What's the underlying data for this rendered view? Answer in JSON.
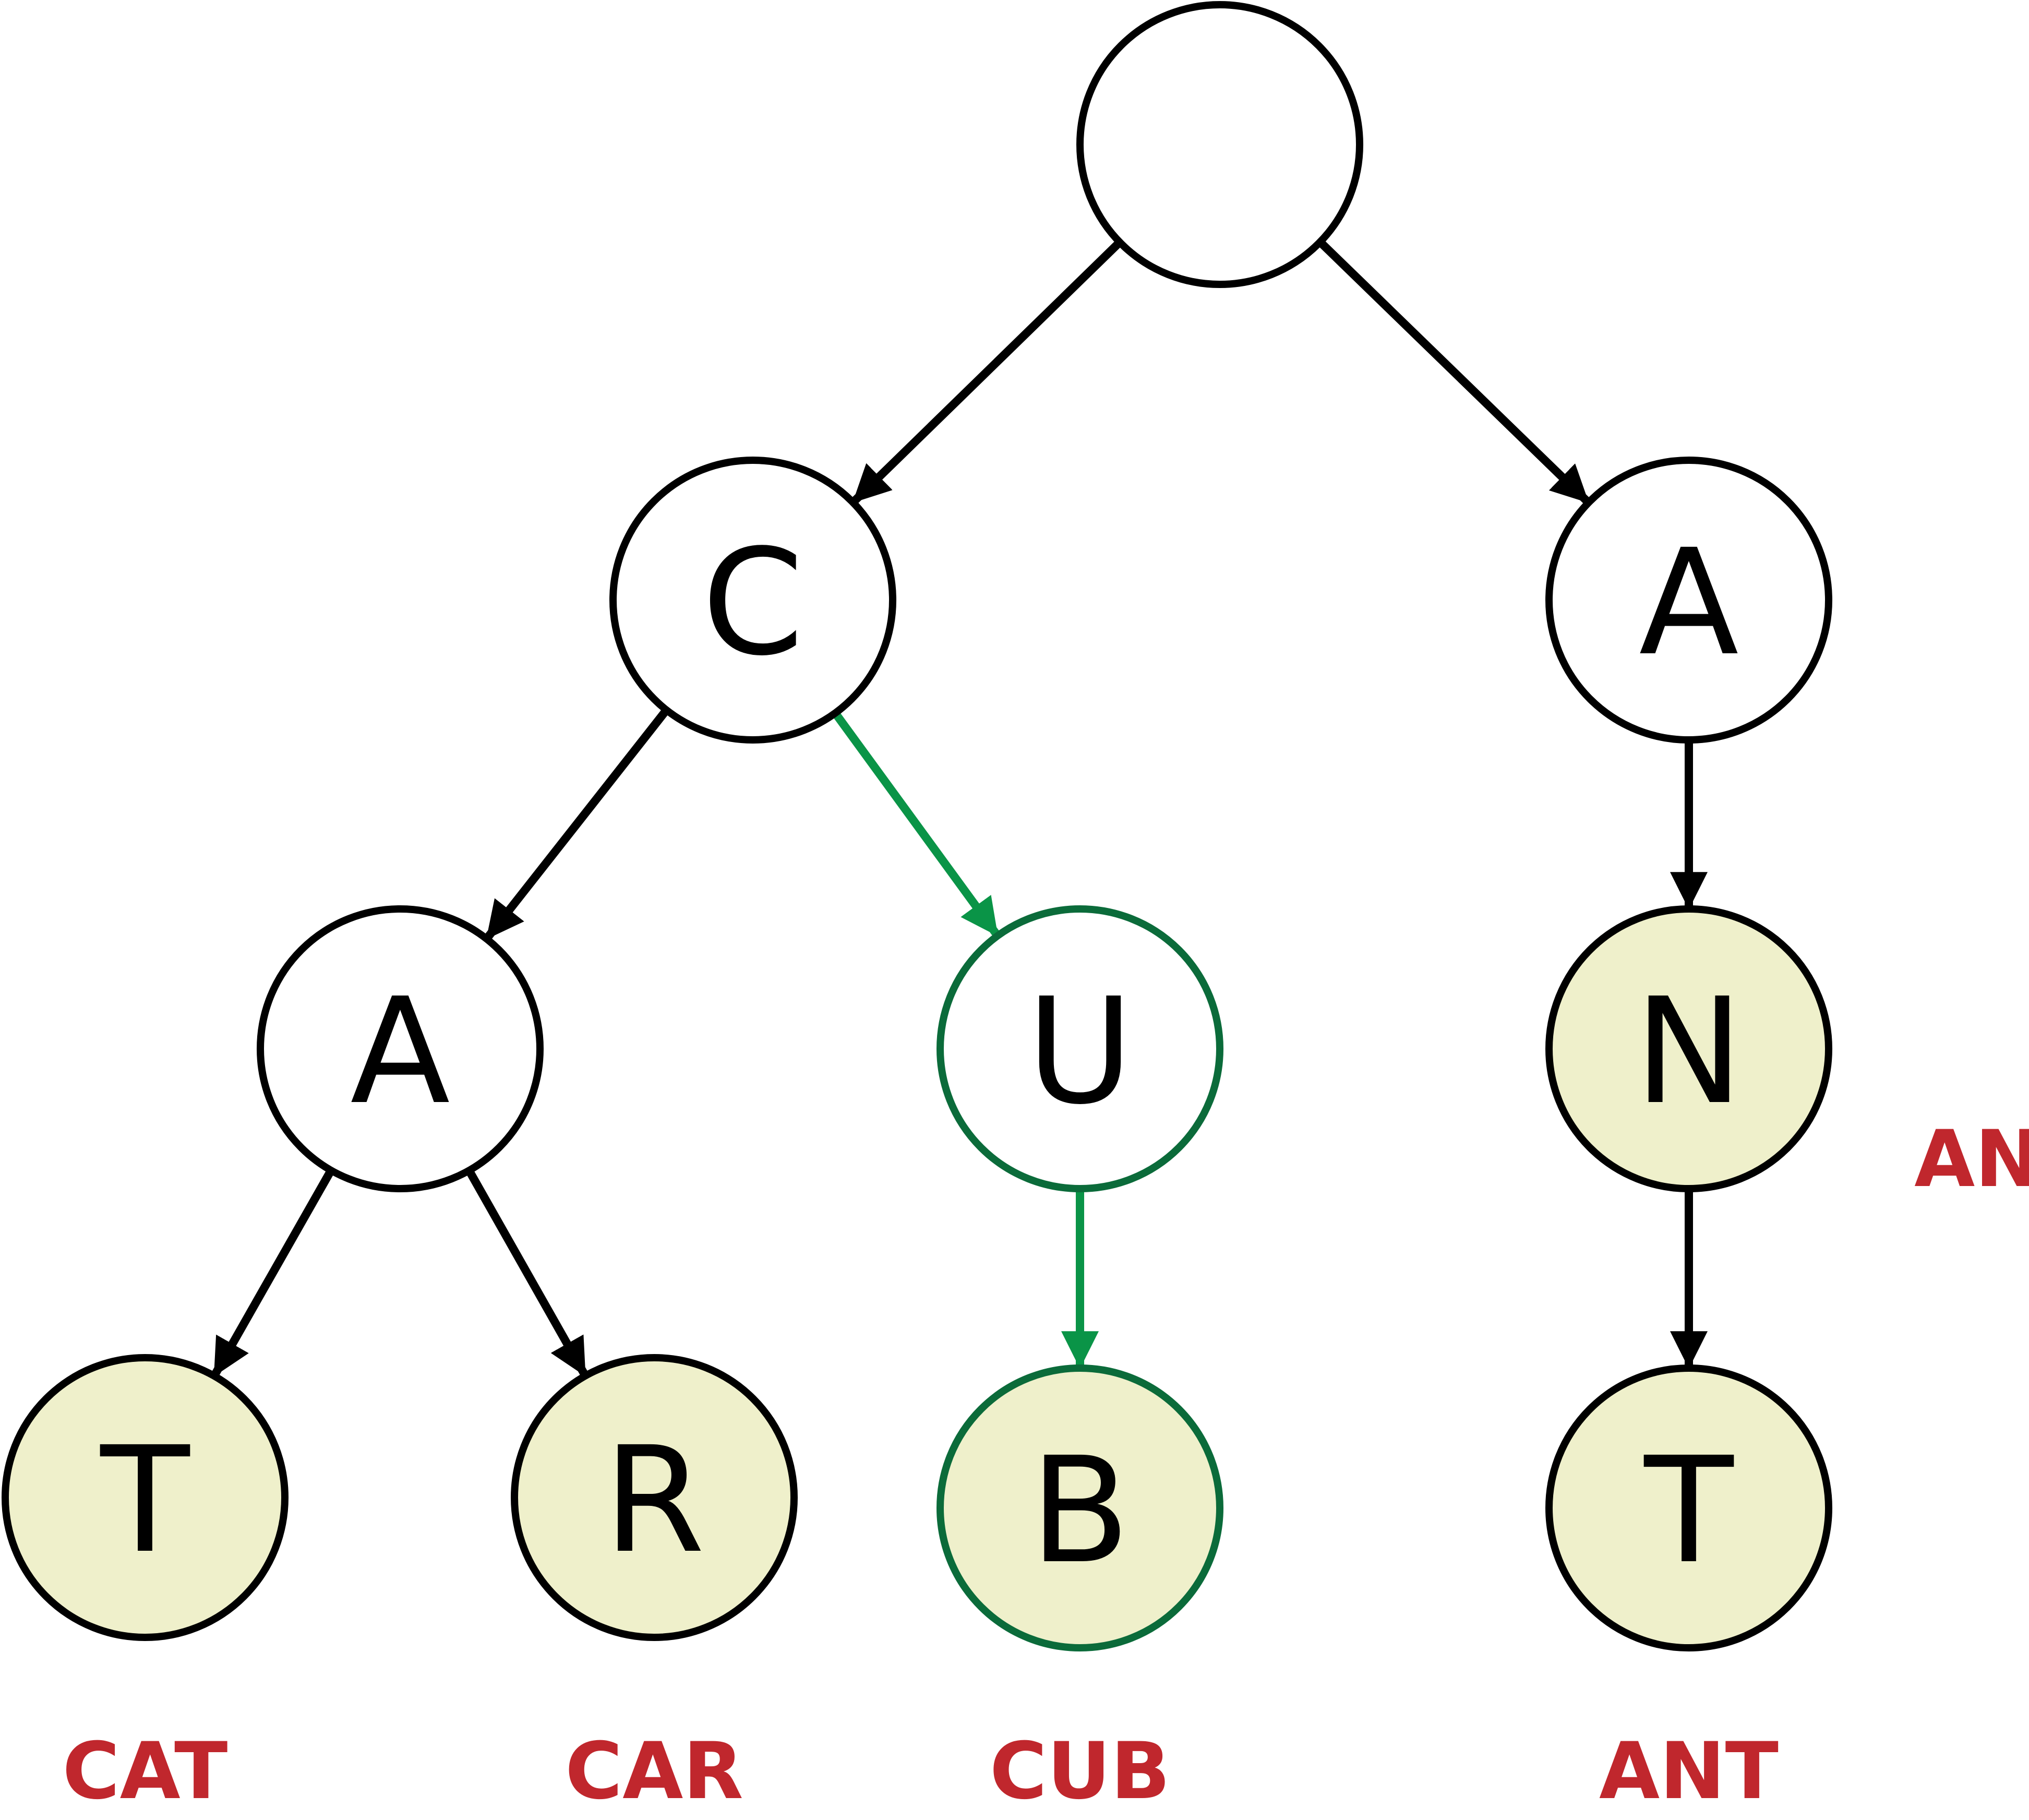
{
  "colors": {
    "edge": "#000000",
    "highlight_edge": "#0a9447",
    "highlight_node_stroke": "#0b6b3a",
    "end_node_fill": "#eff0cb",
    "normal_node_fill": "#ffffff",
    "word_label": "#c0272d"
  },
  "nodes": [
    {
      "id": "root",
      "letter": "",
      "end_of_word": false,
      "highlighted": false
    },
    {
      "id": "c",
      "letter": "C",
      "end_of_word": false,
      "highlighted": false
    },
    {
      "id": "a1",
      "letter": "A",
      "end_of_word": false,
      "highlighted": false
    },
    {
      "id": "a2",
      "letter": "A",
      "end_of_word": false,
      "highlighted": false
    },
    {
      "id": "u",
      "letter": "U",
      "end_of_word": false,
      "highlighted": true
    },
    {
      "id": "n",
      "letter": "N",
      "end_of_word": true,
      "highlighted": false
    },
    {
      "id": "t1",
      "letter": "T",
      "end_of_word": true,
      "highlighted": false
    },
    {
      "id": "r",
      "letter": "R",
      "end_of_word": true,
      "highlighted": false
    },
    {
      "id": "b",
      "letter": "B",
      "end_of_word": true,
      "highlighted": true
    },
    {
      "id": "t2",
      "letter": "T",
      "end_of_word": true,
      "highlighted": false
    }
  ],
  "edges": [
    {
      "from": "root",
      "to": "c",
      "highlighted": false
    },
    {
      "from": "root",
      "to": "a1",
      "highlighted": false
    },
    {
      "from": "c",
      "to": "a2",
      "highlighted": false
    },
    {
      "from": "c",
      "to": "u",
      "highlighted": true
    },
    {
      "from": "a1",
      "to": "n",
      "highlighted": false
    },
    {
      "from": "a2",
      "to": "t1",
      "highlighted": false
    },
    {
      "from": "a2",
      "to": "r",
      "highlighted": false
    },
    {
      "from": "u",
      "to": "b",
      "highlighted": true
    },
    {
      "from": "n",
      "to": "t2",
      "highlighted": false
    }
  ],
  "word_labels": [
    {
      "node": "t1",
      "text": "CAT"
    },
    {
      "node": "r",
      "text": "CAR"
    },
    {
      "node": "b",
      "text": "CUB"
    },
    {
      "node": "t2",
      "text": "ANT"
    },
    {
      "node": "n",
      "text": "AN"
    }
  ]
}
